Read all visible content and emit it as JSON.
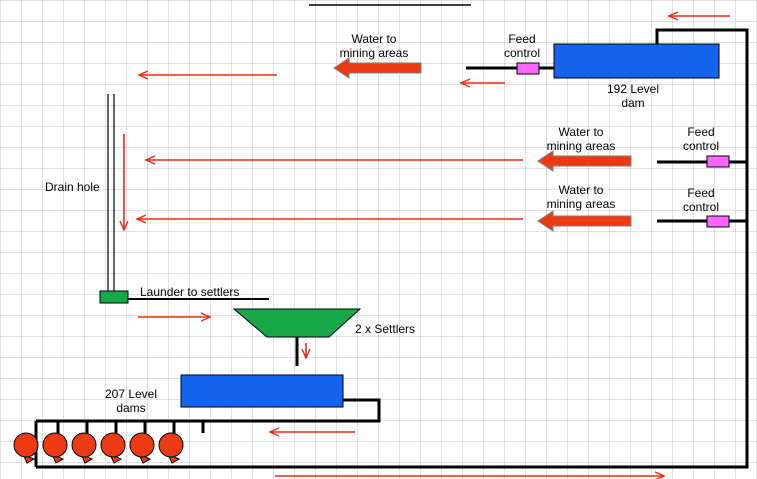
{
  "labels": {
    "level_192_dam": [
      "192 Level",
      "dam"
    ],
    "level_207_dams": [
      "207 Level",
      "dams"
    ],
    "feed_control_top": [
      "Feed",
      "control"
    ],
    "feed_control_mid": [
      "Feed",
      "control"
    ],
    "feed_control_low": [
      "Feed",
      "control"
    ],
    "water_top": [
      "Water to",
      "mining areas"
    ],
    "water_mid": [
      "Water to",
      "mining areas"
    ],
    "water_low": [
      "Water to",
      "mining areas"
    ],
    "drain_hole": "Drain hole",
    "launder": "Launder to settlers",
    "settlers": "2 x Settlers"
  },
  "colors": {
    "dam_blue": "#1464f0",
    "valve_pink": "#ff66ff",
    "settler_green": "#18a84a",
    "arrow_red": "#ee2a10",
    "pump_red": "#ee3a12",
    "pipe_black": "#000000"
  },
  "pump_count": 6
}
